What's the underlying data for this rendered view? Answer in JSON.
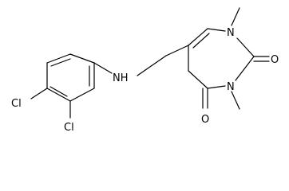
{
  "atom_labels": {
    "cl_top": "Cl",
    "cl_bottom": "Cl",
    "nh": "NH",
    "n_ring_top": "N",
    "n_ring_bottom": "N",
    "o_right": "O",
    "o_bottom": "O"
  }
}
